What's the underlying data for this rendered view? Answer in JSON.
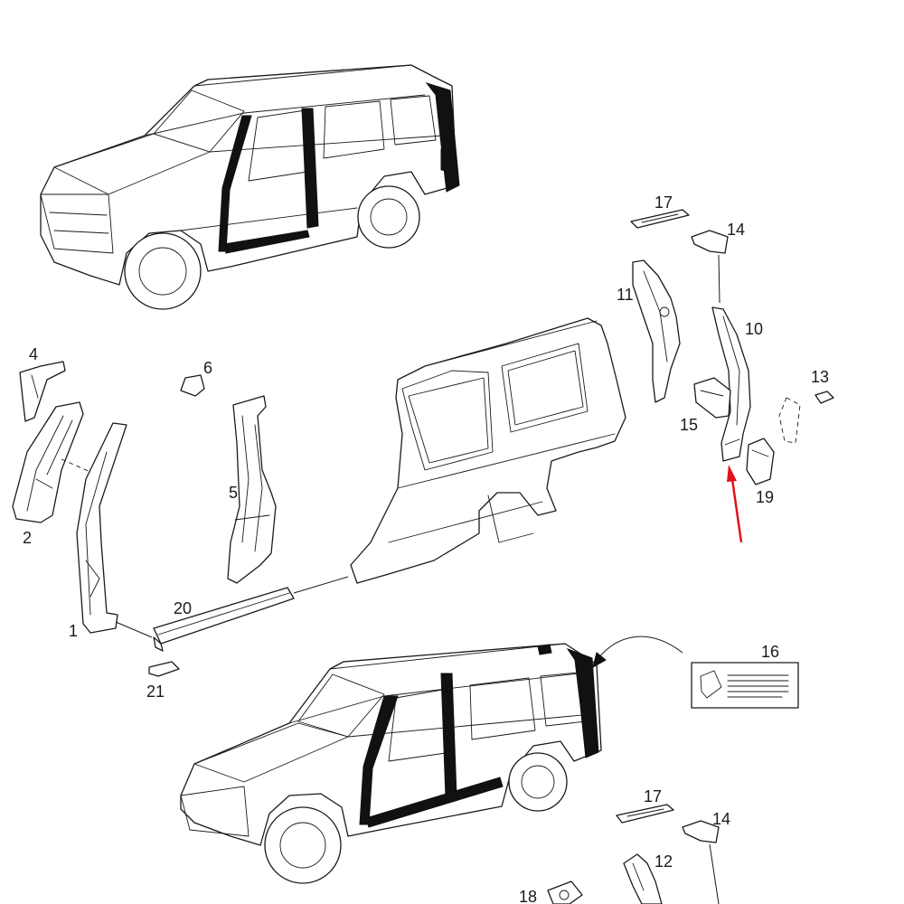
{
  "colors": {
    "line": "#1a1a1a",
    "highlight": "#111111",
    "arrow": "#e3101c",
    "background": "#ffffff"
  },
  "callouts": {
    "c1": "1",
    "c2": "2",
    "c4": "4",
    "c5": "5",
    "c6": "6",
    "c10": "10",
    "c11": "11",
    "c12": "12",
    "c13": "13",
    "c14_top": "14",
    "c14_bottom": "14",
    "c15": "15",
    "c16": "16",
    "c17_top": "17",
    "c17_bottom": "17",
    "c18": "18",
    "c19": "19",
    "c20": "20",
    "c21": "21"
  }
}
